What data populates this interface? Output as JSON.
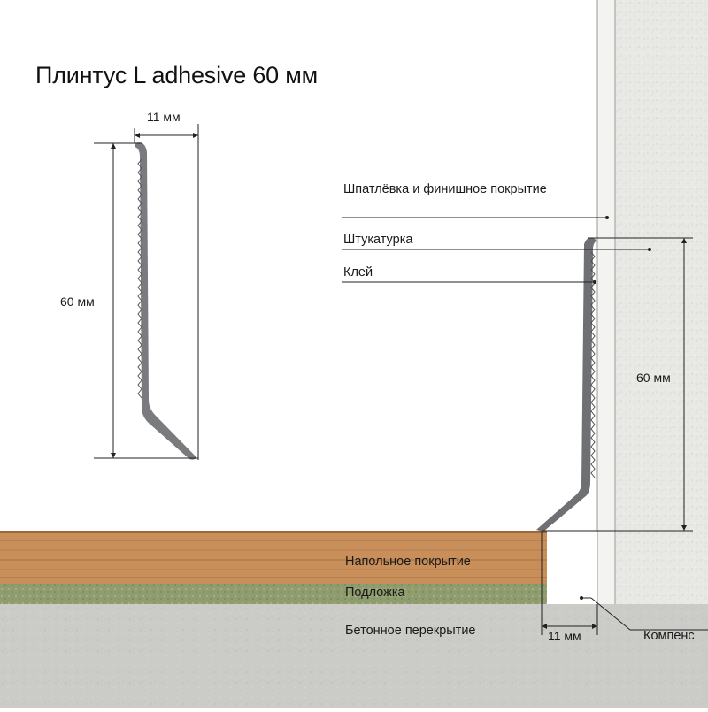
{
  "title": "Плинтус L adhesive 60 мм",
  "profile_drawing": {
    "width_label": "11 мм",
    "height_label": "60 мм"
  },
  "section_drawing": {
    "layers": {
      "finish": "Шпатлёвка и финишное покрытие",
      "plaster": "Штукатурка",
      "glue": "Клей",
      "floor_covering": "Напольное покрытие",
      "underlay": "Подложка",
      "concrete": "Бетонное перекрытие",
      "compensation_gap": "Компенс"
    },
    "height_label": "60 мм",
    "gap_label": "11 мм"
  },
  "colors": {
    "profile": "#6f7073",
    "wood": "#c58c58",
    "underlay": "#8c9a6c",
    "concrete": "#c9c9c6",
    "wall": "#e9e9e6",
    "putty": "#f4f4f2"
  }
}
